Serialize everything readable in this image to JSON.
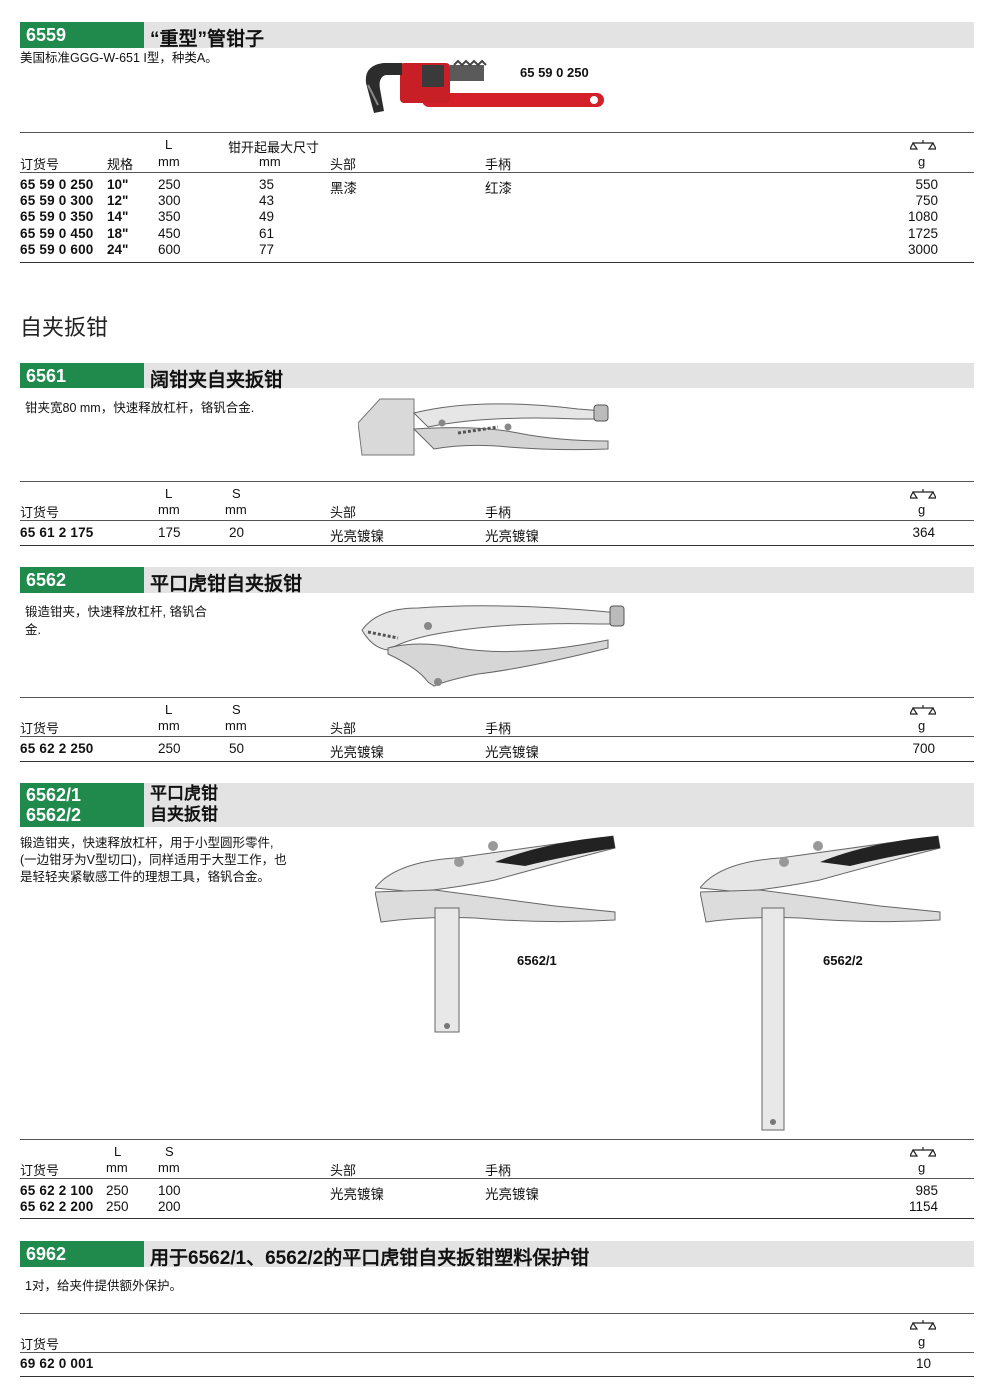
{
  "s6559": {
    "code": "6559",
    "title": "“重型”管钳子",
    "desc": "美国标准GGG-W-651 I型，种类A。",
    "image_label": "65 59 0 250",
    "headers": {
      "order": "订货号",
      "spec": "规格",
      "l": "L",
      "l_unit": "mm",
      "jaw": "钳开起最大尺寸",
      "jaw_unit": "mm",
      "head": "头部",
      "handle": "手柄",
      "weight_unit": "g"
    },
    "rows": [
      {
        "order": "65 59 0 250",
        "spec": "10\"",
        "l": "250",
        "jaw": "35",
        "head": "黑漆",
        "handle": "红漆",
        "weight": "550"
      },
      {
        "order": "65 59 0 300",
        "spec": "12\"",
        "l": "300",
        "jaw": "43",
        "head": "",
        "handle": "",
        "weight": "750"
      },
      {
        "order": "65 59 0 350",
        "spec": "14\"",
        "l": "350",
        "jaw": "49",
        "head": "",
        "handle": "",
        "weight": "1080"
      },
      {
        "order": "65 59 0 450",
        "spec": "18\"",
        "l": "450",
        "jaw": "61",
        "head": "",
        "handle": "",
        "weight": "1725"
      },
      {
        "order": "65 59 0 600",
        "spec": "24\"",
        "l": "600",
        "jaw": "77",
        "head": "",
        "handle": "",
        "weight": "3000"
      }
    ]
  },
  "section_title": "自夹扳钳",
  "s6561": {
    "code": "6561",
    "title": "阔钳夹自夹扳钳",
    "desc": "钳夹宽80 mm，快速释放杠杆，铬钒合金.",
    "headers": {
      "order": "订货号",
      "l": "L",
      "l_unit": "mm",
      "s": "S",
      "s_unit": "mm",
      "head": "头部",
      "handle": "手柄",
      "weight_unit": "g"
    },
    "rows": [
      {
        "order": "65 61 2 175",
        "l": "175",
        "s": "20",
        "head": "光亮镀镍",
        "handle": "光亮镀镍",
        "weight": "364"
      }
    ]
  },
  "s6562": {
    "code": "6562",
    "title": "平口虎钳自夹扳钳",
    "desc_line1": "锻造钳夹，快速释放杠杆, 铬钒合",
    "desc_line2": "金.",
    "headers": {
      "order": "订货号",
      "l": "L",
      "l_unit": "mm",
      "s": "S",
      "s_unit": "mm",
      "head": "头部",
      "handle": "手柄",
      "weight_unit": "g"
    },
    "rows": [
      {
        "order": "65 62 2 250",
        "l": "250",
        "s": "50",
        "head": "光亮镀镍",
        "handle": "光亮镀镍",
        "weight": "700"
      }
    ]
  },
  "s6562_12": {
    "code1": "6562/1",
    "code2": "6562/2",
    "title1": "平口虎钳",
    "title2": "自夹扳钳",
    "desc_line1": "锻造钳夹，快速释放杠杆，用于小型圆形零件,",
    "desc_line2": "(一边钳牙为V型切口)，同样适用于大型工作，也",
    "desc_line3": "是轻轻夹紧敏感工件的理想工具，铬钒合金。",
    "image_label1": "6562/1",
    "image_label2": "6562/2",
    "headers": {
      "order": "订货号",
      "l": "L",
      "l_unit": "mm",
      "s": "S",
      "s_unit": "mm",
      "head": "头部",
      "handle": "手柄",
      "weight_unit": "g"
    },
    "rows": [
      {
        "order": "65 62 2 100",
        "l": "250",
        "s": "100",
        "head": "光亮镀镍",
        "handle": "光亮镀镍",
        "weight": "985"
      },
      {
        "order": "65 62 2 200",
        "l": "250",
        "s": "200",
        "head": "",
        "handle": "",
        "weight": "1154"
      }
    ]
  },
  "s6962": {
    "code": "6962",
    "title": "用于6562/1、6562/2的平口虎钳自夹扳钳塑料保护钳",
    "desc": "1对，给夹件提供额外保护。",
    "headers": {
      "order": "订货号",
      "weight_unit": "g"
    },
    "rows": [
      {
        "order": "69 62 0 001",
        "weight": "10"
      }
    ]
  },
  "colors": {
    "accent": "#1f8a4c",
    "bar": "#e3e3e3",
    "wrench_red": "#d42028"
  }
}
